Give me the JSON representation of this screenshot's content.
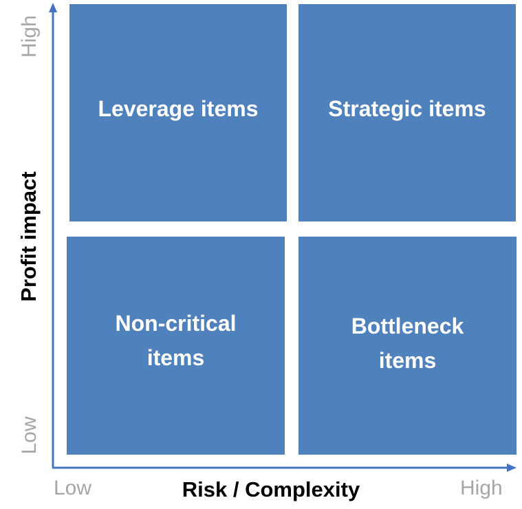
{
  "colors": {
    "quadrant_fill": "#4f81bd",
    "axis": "#4472c4",
    "quadrant_text": "#ffffff",
    "tick_text": "#a6a6a6",
    "title_text": "#000000"
  },
  "quadrants": {
    "top_left": {
      "lines": [
        "Leverage items"
      ]
    },
    "top_right": {
      "lines": [
        "Strategic items"
      ]
    },
    "bottom_left": {
      "lines": [
        "Non-critical",
        "items"
      ]
    },
    "bottom_right": {
      "lines": [
        "Bottleneck",
        "items"
      ]
    }
  },
  "x_axis": {
    "title": "Risk / Complexity",
    "low_label": "Low",
    "high_label": "High"
  },
  "y_axis": {
    "title": "Profit impact",
    "low_label": "Low",
    "high_label": "High"
  }
}
